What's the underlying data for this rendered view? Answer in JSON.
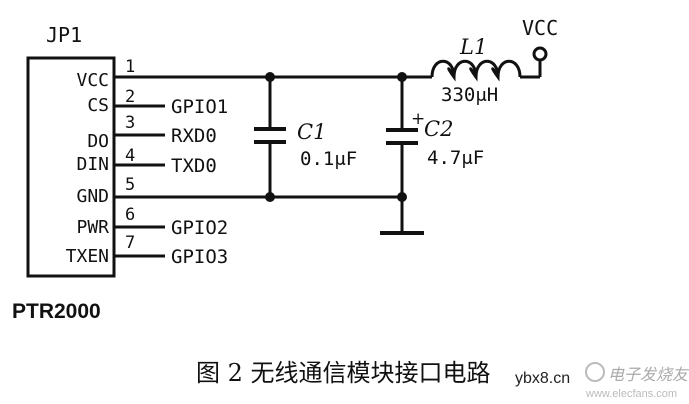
{
  "header": {
    "jp": "JP1",
    "vcc_top": "VCC"
  },
  "pins": [
    {
      "label": "VCC",
      "num": "1",
      "net": ""
    },
    {
      "label": "CS",
      "num": "2",
      "net": "GPIO1"
    },
    {
      "label": "DO",
      "num": "3",
      "net": "RXD0"
    },
    {
      "label": "DIN",
      "num": "4",
      "net": "TXD0"
    },
    {
      "label": "GND",
      "num": "5",
      "net": ""
    },
    {
      "label": "PWR",
      "num": "6",
      "net": "GPIO2"
    },
    {
      "label": "TXEN",
      "num": "7",
      "net": "GPIO3"
    }
  ],
  "part_name": "PTR2000",
  "components": {
    "L1": {
      "name": "L1",
      "value": "330μH"
    },
    "C1": {
      "name": "C1",
      "value": "0.1μF"
    },
    "C2": {
      "name": "C2",
      "value": "4.7μF",
      "polarity": "+"
    }
  },
  "caption": "图 2  无线通信模块接口电路",
  "watermark": {
    "site1": "ybx8.cn",
    "site2": "电子发烧友",
    "url": "www.elecfans.com"
  }
}
